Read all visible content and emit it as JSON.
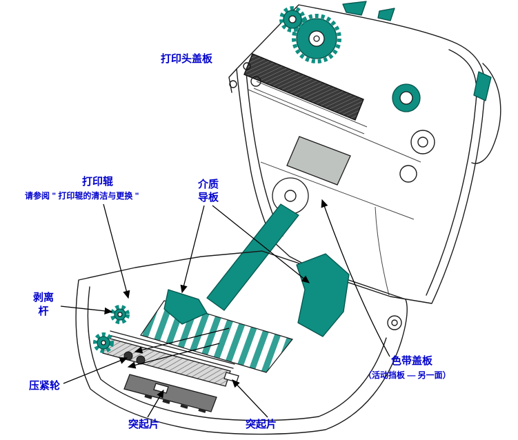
{
  "page": {
    "background": "#ffffff"
  },
  "colors": {
    "label_blue": "#0000CC",
    "part_teal": "#0E8F82",
    "outline_black": "#1a1a1a",
    "ribbon_plate_gray": "#bfc3bf",
    "front_bar_gray": "#787878"
  },
  "labels": {
    "printhead_cover": "打印头盖板",
    "platen": {
      "title": "打印辊",
      "note": "请参阅 \" 打印辊的清洁与更换 \""
    },
    "media_guide": {
      "line1": "介质",
      "line2": "导板"
    },
    "peel_bar": {
      "line1": "剥离",
      "line2": "杆"
    },
    "pinch_roller": "压紧轮",
    "tab_left": "突起片",
    "tab_right": "突起片",
    "ribbon_cover": {
      "title": "色带盖板",
      "note": "（活动挡板 — 另一面）"
    }
  }
}
